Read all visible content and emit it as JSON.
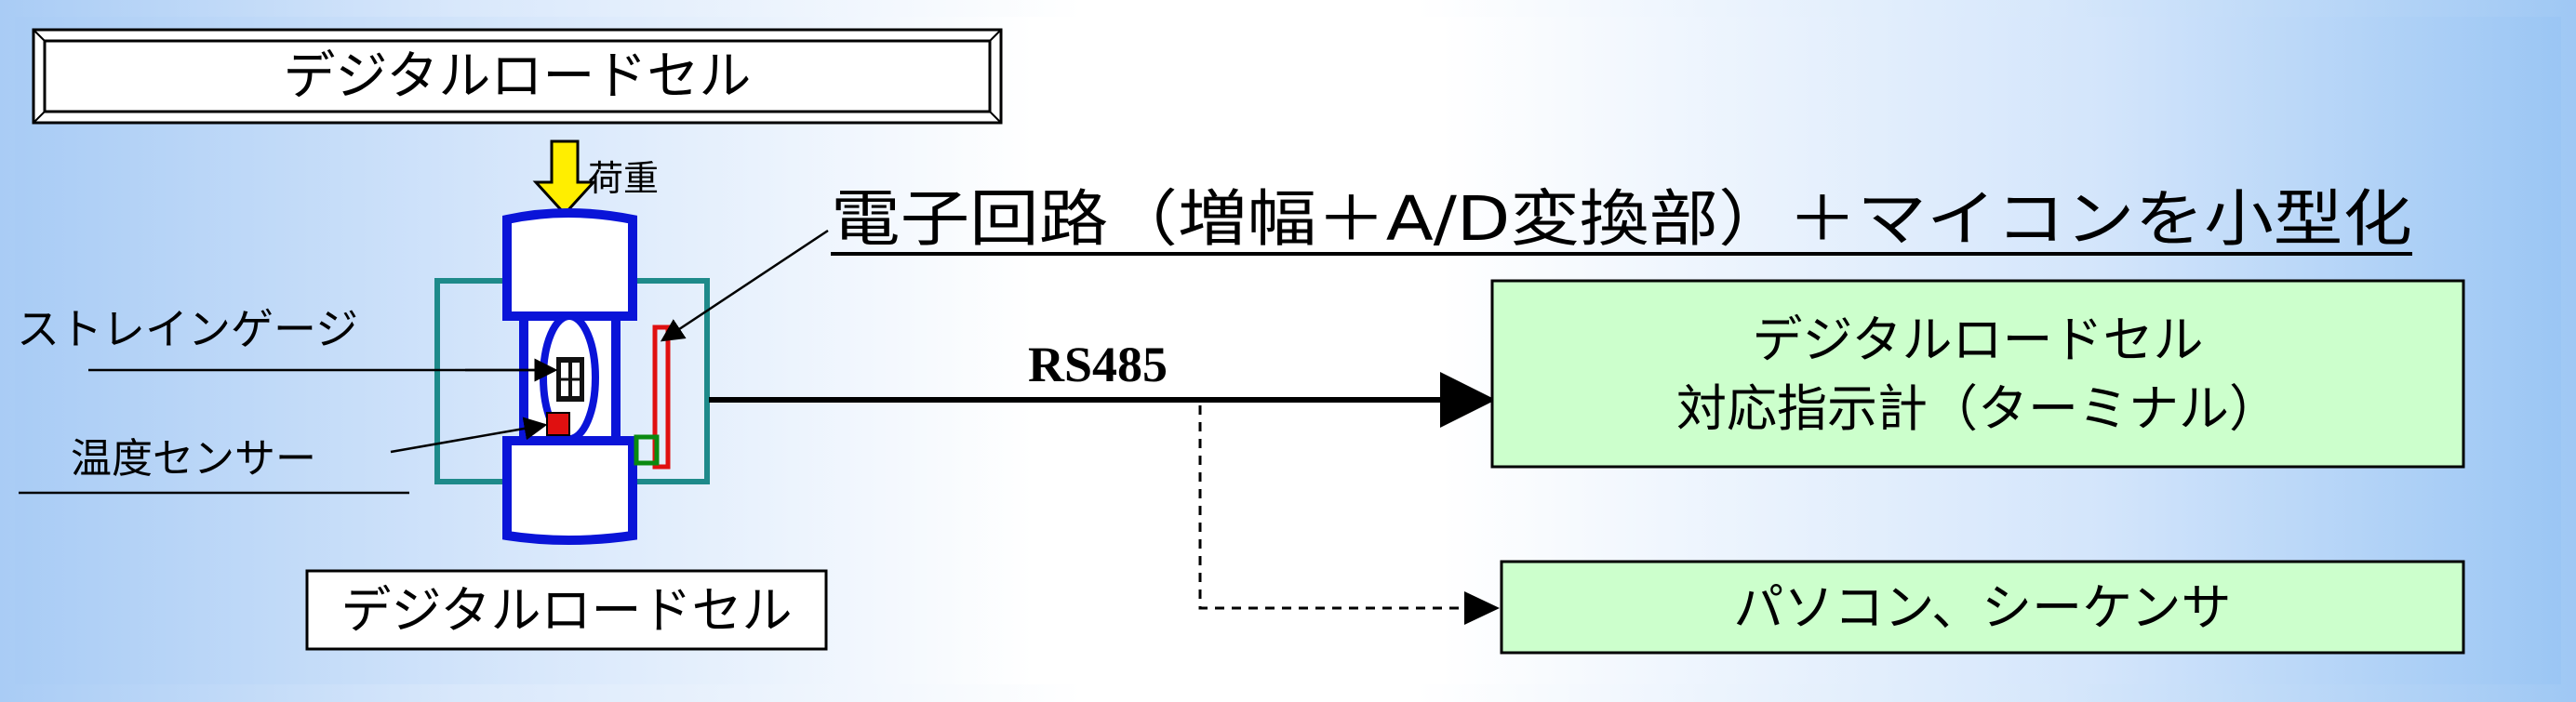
{
  "title_box": {
    "label": "デジタルロードセル"
  },
  "cell": {
    "load_label": "荷重",
    "strain_gauge_label": "ストレインゲージ",
    "temperature_sensor_label": "温度センサー",
    "bottom_label": "デジタルロードセル"
  },
  "headline": "電子回路（増幅＋A/D変換部）＋マイコンを小型化",
  "link": {
    "label": "RS485"
  },
  "terminal": {
    "line1": "デジタルロードセル",
    "line2": "対応指示計（ターミナル）"
  },
  "pc": {
    "label": "パソコン、シーケンサ"
  },
  "colors": {
    "cell_outline": "#0a14d8",
    "frame_outline": "#1e8a8a",
    "circuit": "#e01010",
    "circuit_box": "#0a8a10",
    "sensor": "#e01010",
    "arrow_fill": "#ffee00",
    "box_fill": "#ccffcc"
  }
}
